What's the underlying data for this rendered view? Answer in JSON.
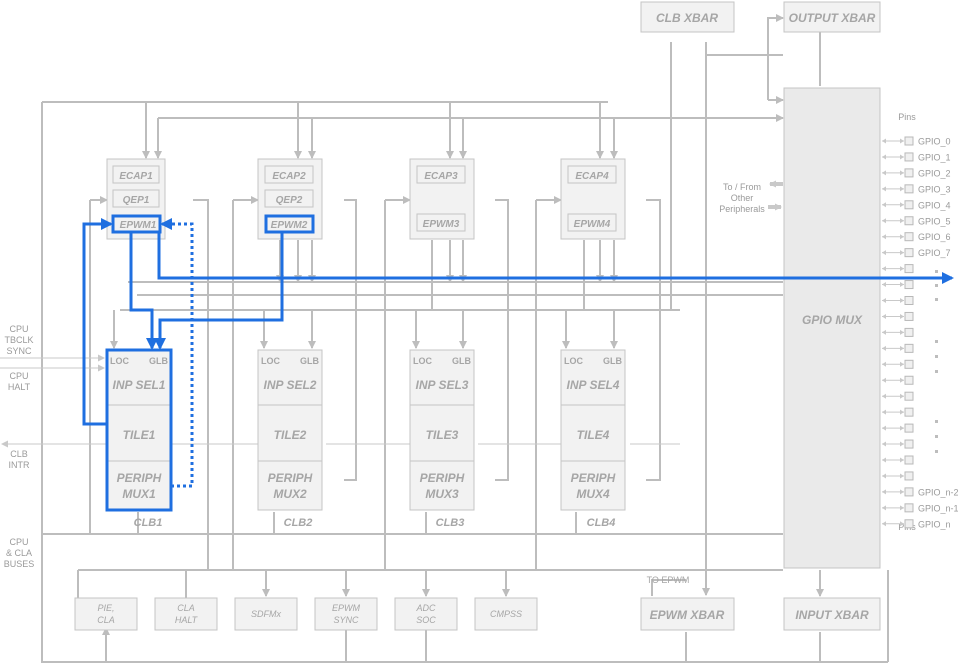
{
  "top_blocks": {
    "clb_xbar": "CLB XBAR",
    "output_xbar": "OUTPUT XBAR",
    "gpio_mux": "GPIO MUX",
    "epwm_xbar": "EPWM XBAR",
    "input_xbar": "INPUT XBAR",
    "to_epwm": "TO EPWM"
  },
  "peripherals": [
    {
      "ecap": "ECAP1",
      "qep": "QEP1",
      "epwm": "EPWM1"
    },
    {
      "ecap": "ECAP2",
      "qep": "QEP2",
      "epwm": "EPWM2"
    },
    {
      "ecap": "ECAP3",
      "qep": "",
      "epwm": "EPWM3"
    },
    {
      "ecap": "ECAP4",
      "qep": "",
      "epwm": "EPWM4"
    }
  ],
  "clb_tiles": [
    {
      "loc": "LOC",
      "glb": "GLB",
      "inp_sel": "INP SEL1",
      "tile": "TILE1",
      "periph1": "PERIPH",
      "periph2": "MUX1",
      "name": "CLB1"
    },
    {
      "loc": "LOC",
      "glb": "GLB",
      "inp_sel": "INP SEL2",
      "tile": "TILE2",
      "periph1": "PERIPH",
      "periph2": "MUX2",
      "name": "CLB2"
    },
    {
      "loc": "LOC",
      "glb": "GLB",
      "inp_sel": "INP SEL3",
      "tile": "TILE3",
      "periph1": "PERIPH",
      "periph2": "MUX3",
      "name": "CLB3"
    },
    {
      "loc": "LOC",
      "glb": "GLB",
      "inp_sel": "INP SEL4",
      "tile": "TILE4",
      "periph1": "PERIPH",
      "periph2": "MUX4",
      "name": "CLB4"
    }
  ],
  "left_labels": {
    "cpu_tbclk_1": "CPU",
    "cpu_tbclk_2": "TBCLK",
    "cpu_tbclk_3": "SYNC",
    "cpu_halt_1": "CPU",
    "cpu_halt_2": "HALT",
    "clb_intr_1": "CLB",
    "clb_intr_2": "INTR",
    "buses_1": "CPU",
    "buses_2": "& CLA",
    "buses_3": "BUSES"
  },
  "bottom_blocks": [
    {
      "l1": "PIE,",
      "l2": "CLA"
    },
    {
      "l1": "CLA",
      "l2": "HALT"
    },
    {
      "l1": "SDFMx",
      "l2": ""
    },
    {
      "l1": "EPWM",
      "l2": "SYNC"
    },
    {
      "l1": "ADC",
      "l2": "SOC"
    },
    {
      "l1": "CMPSS",
      "l2": ""
    }
  ],
  "to_from": {
    "l1": "To / From",
    "l2": "Other",
    "l3": "Peripherals"
  },
  "pins": {
    "top_label": "Pins",
    "bottom_label": "Pins",
    "upper": [
      "GPIO_0",
      "GPIO_1",
      "GPIO_2",
      "GPIO_3",
      "GPIO_4",
      "GPIO_5",
      "GPIO_6",
      "GPIO_7"
    ],
    "lower": [
      "GPIO_n-2",
      "GPIO_n-1",
      "GPIO_n"
    ]
  }
}
